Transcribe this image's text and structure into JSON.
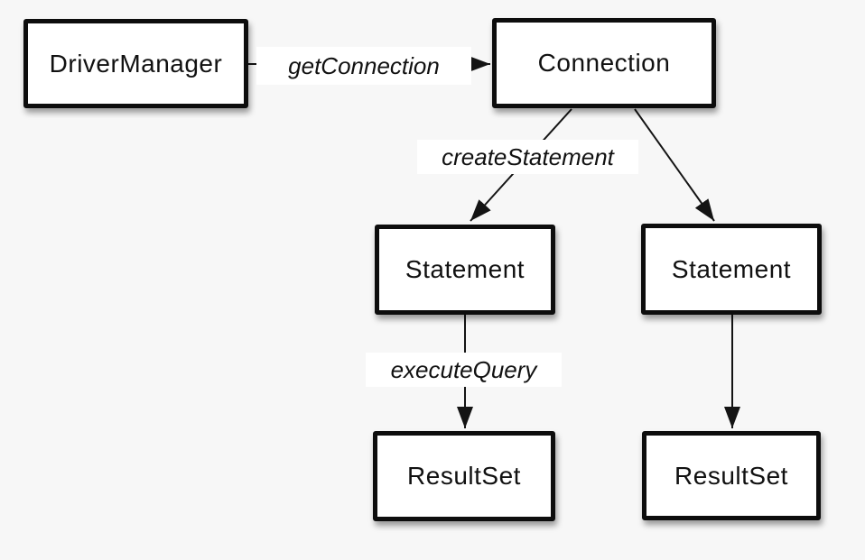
{
  "diagram": {
    "nodes": {
      "driver_manager": {
        "label": "DriverManager"
      },
      "connection": {
        "label": "Connection"
      },
      "statement_left": {
        "label": "Statement"
      },
      "statement_right": {
        "label": "Statement"
      },
      "resultset_left": {
        "label": "ResultSet"
      },
      "resultset_right": {
        "label": "ResultSet"
      }
    },
    "edge_labels": {
      "get_connection": "getConnection",
      "create_statement": "createStatement",
      "execute_query": "executeQuery"
    },
    "colors": {
      "background": "#f7f7f7",
      "box_fill": "#ffffff",
      "box_border": "#0d0d0d",
      "text": "#111111",
      "label_background": "#ffffff"
    }
  }
}
